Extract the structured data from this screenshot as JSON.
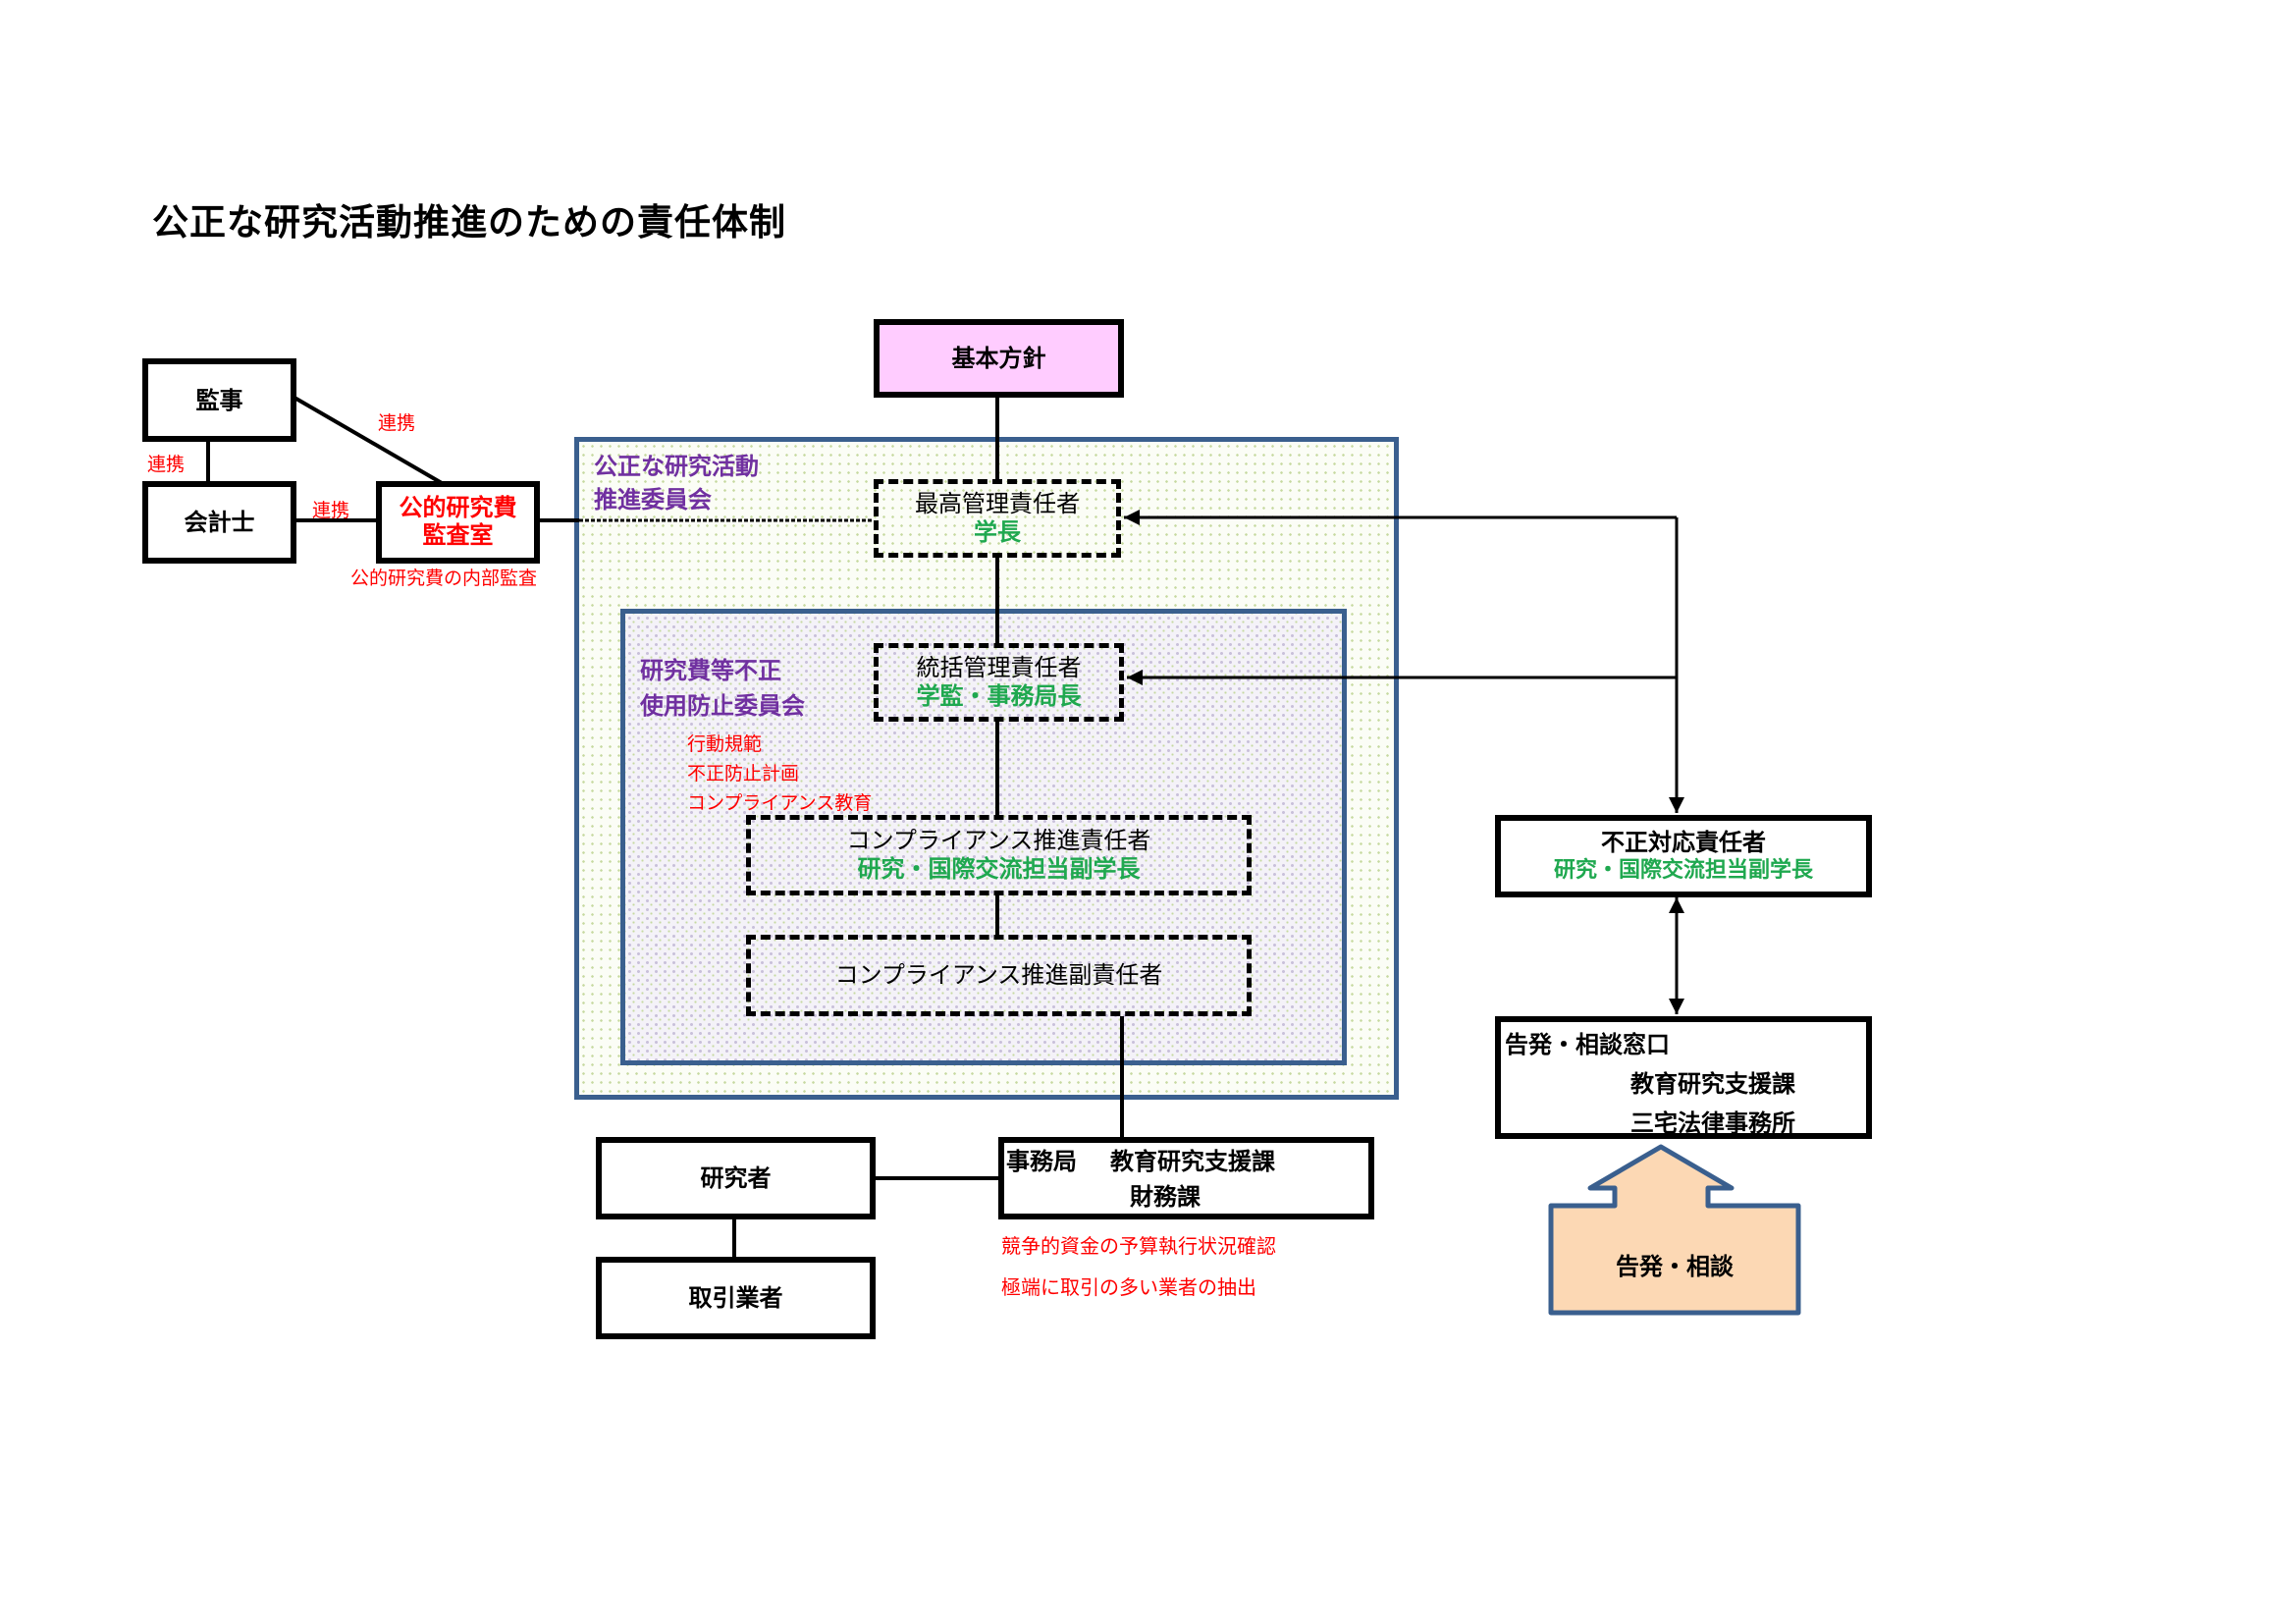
{
  "title": "公正な研究活動推進のための責任体制",
  "basic_policy": {
    "label": "基本方針",
    "fill": "#FFCCFF"
  },
  "promotion_committee": {
    "line1": "公正な研究活動",
    "line2": "推進委員会",
    "color": "#7030A0"
  },
  "misuse_committee": {
    "line1": "研究費等不正",
    "line2": "使用防止委員会",
    "items": [
      "行動規範",
      "不正防止計画",
      "コンプライアンス教育"
    ]
  },
  "chief_manager": {
    "role": "最高管理責任者",
    "person": "学長"
  },
  "general_manager": {
    "role": "統括管理責任者",
    "person": "学監・事務局長"
  },
  "compliance_manager": {
    "role": "コンプライアンス推進責任者",
    "person": "研究・国際交流担当副学長"
  },
  "compliance_deputy": {
    "role": "コンプライアンス推進副責任者"
  },
  "auditor": {
    "label": "監事"
  },
  "accountant": {
    "label": "会計士"
  },
  "audit_office": {
    "line1": "公的研究費",
    "line2": "監査室",
    "note": "公的研究費の内部監査"
  },
  "link_labels": {
    "auditor_office": "連携",
    "auditor_accountant": "連携",
    "accountant_office": "連携"
  },
  "researcher": {
    "label": "研究者"
  },
  "vendor": {
    "label": "取引業者"
  },
  "secretariat": {
    "label": "事務局",
    "dept1": "教育研究支援課",
    "dept2": "財務課",
    "notes": [
      "競争的資金の予算執行状況確認",
      "極端に取引の多い業者の抽出"
    ]
  },
  "misconduct_officer": {
    "role": "不正対応責任者",
    "person": "研究・国際交流担当副学長"
  },
  "whistleblow_desk": {
    "label": "告発・相談窓口",
    "line1": "教育研究支援課",
    "line2": "三宅法律事務所"
  },
  "whistleblow_arrow": {
    "label": "告発・相談",
    "fill": "#FAC090",
    "border": "#3A5F8E"
  },
  "colors": {
    "frame_blue": "#3A5F8E",
    "person_green": "#1FA84F",
    "note_red": "#FF0000",
    "committee_purple": "#7030A0"
  }
}
